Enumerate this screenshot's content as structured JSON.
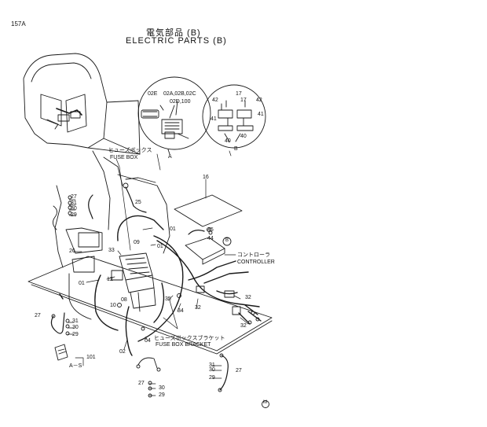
{
  "page_code": "157A",
  "title_jp": "電気部品 (B)",
  "title_en": "ELECTRIC PARTS (B)",
  "callouts": {
    "fuse_box_jp": "ヒューズボックス",
    "fuse_box_en": "FUSE BOX",
    "controller_jp": "コントローラ",
    "controller_en": "CONTROLLER",
    "fuse_bracket_jp": "ヒューズボックスブラケット",
    "fuse_bracket_en": "FUSE BOX BRACKET"
  },
  "detail_a": {
    "label": "A",
    "part_02e": "02E",
    "part_02a": "02A,02B,02C",
    "part_02d": "02D,100"
  },
  "detail_b": {
    "label": "B",
    "p42_left": "42",
    "p17_a": "17",
    "p17_b": "17",
    "p42_right": "42",
    "p41_left": "41",
    "p41_right": "41",
    "p40_left": "40",
    "p40_right": "40"
  },
  "part_numbers": {
    "p16": "16",
    "p45": "45",
    "p44": "44",
    "b_ref": "B",
    "p27_top": "27",
    "p31_top": "31",
    "p30_top": "30",
    "p29_top": "29",
    "p25_top": "25",
    "p01_a": "01",
    "p09": "09",
    "p01_b": "01",
    "p26": "26",
    "p33": "33",
    "p01_c": "01",
    "p12": "12",
    "p10": "10",
    "p08": "08",
    "p35": "35",
    "p34": "34",
    "p32_a": "32",
    "p32_b": "32",
    "p32_c": "32",
    "p27_mid": "27",
    "p31_mid": "31",
    "p30_mid": "30",
    "p29_mid": "29",
    "p04": "04",
    "p02": "02",
    "p101": "101",
    "as_label": "A－S",
    "p27_bot": "27",
    "p30_bot": "30",
    "p29_bot": "29",
    "p31_r": "31",
    "p30_r": "30",
    "p27_r": "27",
    "p29_r": "29"
  },
  "marker": "M"
}
